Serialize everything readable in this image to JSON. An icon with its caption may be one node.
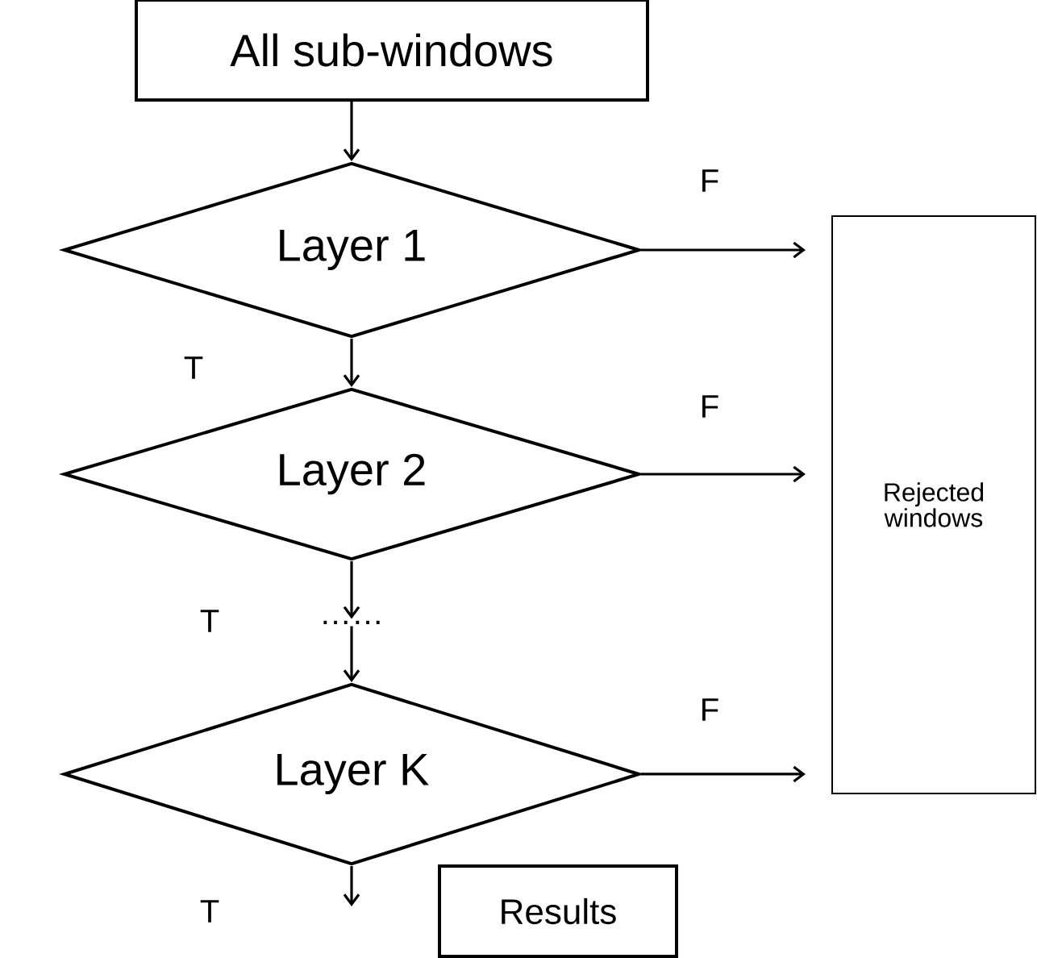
{
  "diagram": {
    "nodes": [
      {
        "text": [
          "All sub-windows"
        ]
      },
      {
        "text": [
          "Layer 1"
        ]
      },
      {
        "text": [
          "Layer 2"
        ]
      },
      {
        "text": [
          "……"
        ]
      },
      {
        "text": [
          "Layer K"
        ]
      },
      {
        "text": [
          "Rejected windows"
        ]
      },
      {
        "text": [
          "Results"
        ]
      }
    ],
    "edges": [
      {
        "from": 0,
        "to": 1,
        "arrow": "to"
      },
      {
        "from": 1,
        "to": 2,
        "arrow": "to",
        "label": "T"
      },
      {
        "from": 2,
        "to": 3,
        "arrow": "to",
        "label": "T"
      },
      {
        "from": 3,
        "to": 4,
        "arrow": "to"
      },
      {
        "from": 4,
        "to": null,
        "arrow": "to",
        "label": "T"
      },
      {
        "from": 1,
        "to": 5,
        "arrow": "to",
        "label": "F"
      },
      {
        "from": 2,
        "to": 5,
        "arrow": "to",
        "label": "F"
      },
      {
        "from": 4,
        "to": 5,
        "arrow": "to",
        "label": "F"
      }
    ]
  }
}
